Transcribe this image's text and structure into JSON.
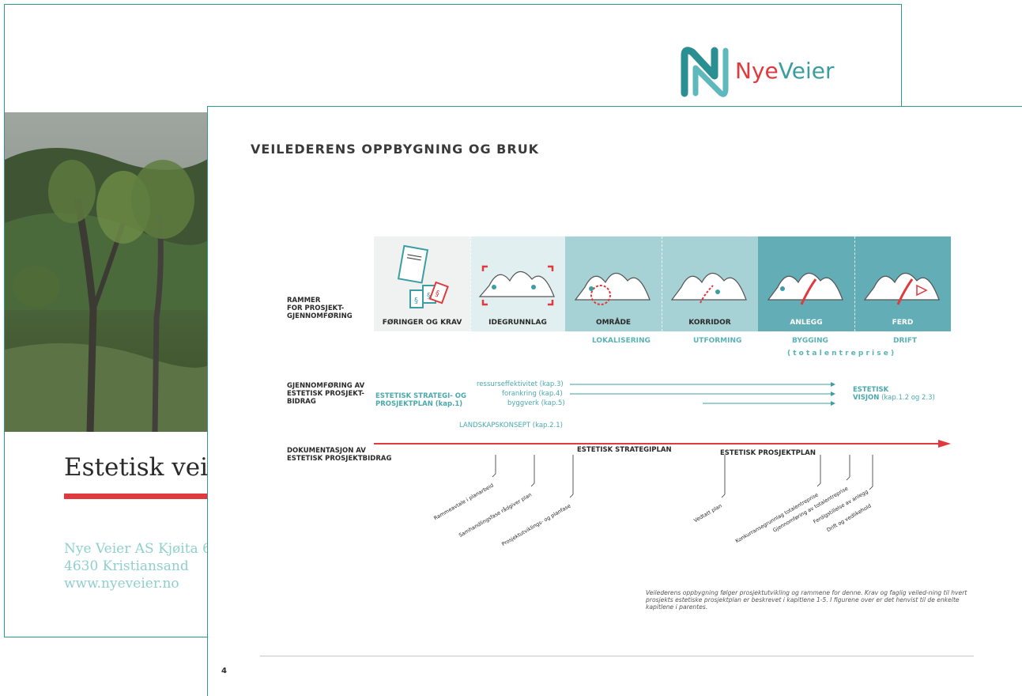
{
  "back_page": {
    "title": "Estetisk vei",
    "address_line1": "Nye Veier AS Kjøita 6",
    "address_line2": "4630 Kristiansand",
    "address_line3": "www.nyeveier.no",
    "logo": {
      "nye": "Nye",
      "veier": "Veier"
    }
  },
  "front_page": {
    "title": "VEILEDERENS OPPBYGNING OG BRUK",
    "page_number": "4",
    "caption": "Veilederens oppbygning følger prosjektutvikling og rammene for denne. Krav og faglig veiled-ning til hvert prosjekts estetiske prosjektplan er beskrevet i kapitlene 1-5. I figurene over er det henvist til de enkelte kapitlene i parentes."
  },
  "diagram": {
    "row1_label": [
      "RAMMER",
      "FOR PROSJEKT-",
      "GJENNOMFØRING"
    ],
    "row2_label": [
      "GJENNOMFØRING AV",
      "ESTETISK PROSJEKT-",
      "BIDRAG"
    ],
    "row3_label": [
      "DOKUMENTASJON AV",
      "ESTETISK PROSJEKTBIDRAG"
    ],
    "cells": [
      {
        "label": "FØRINGER OG KRAV",
        "color": "#f0f1f1"
      },
      {
        "label": "IDEGRUNNLAG",
        "color": "#e1eff0"
      },
      {
        "label": "OMRÅDE",
        "color": "#a6d2d5"
      },
      {
        "label": "KORRIDOR",
        "color": "#a6d2d5"
      },
      {
        "label": "ANLEGG",
        "color": "#62adb6"
      },
      {
        "label": "FERD",
        "color": "#62adb6"
      }
    ],
    "doc_label": "ESTETISK\nPROSJEKTPLAN",
    "sublabels": {
      "lokalisering": "LOKALISERING",
      "utforming": "UTFORMING",
      "bygging": "BYGGING",
      "drift": "DRIFT",
      "totalentreprise": "( t o t a l e n t r e p r i s e )"
    },
    "strategy_label": [
      "ESTETISK STRATEGI- OG",
      "PROSJEKTPLAN (kap.1)"
    ],
    "arrows": [
      "ressurseffektivitet (kap.3)",
      "forankring (kap.4)",
      "byggverk (kap.5)"
    ],
    "vision_title": "ESTETISK",
    "vision_bold": "VISJON",
    "vision_rest": " (kap.1.2 og 2.3)",
    "landskapskonsept": "LANDSKAPSKONSEPT (kap.2.1)",
    "strategiplan": "ESTETISK STRATEGIPLAN",
    "prosjektplan": "ESTETISK PROSJEKTPLAN",
    "milestones": [
      "Rammeavtale i planarbeid",
      "Samhandlingsfase rådgiver plan",
      "Prosjektutviklings- og planfase",
      "Vedtatt plan",
      "Konkurransegrunnlag totalentreprise",
      "Gjennomføring av totalentreprise",
      "Ferdigstillelse av anlegg",
      "Drift og vedlikehold"
    ]
  },
  "colors": {
    "teal": "#4aa9ad",
    "red": "#e0393e",
    "border": "#2e9a8f"
  }
}
